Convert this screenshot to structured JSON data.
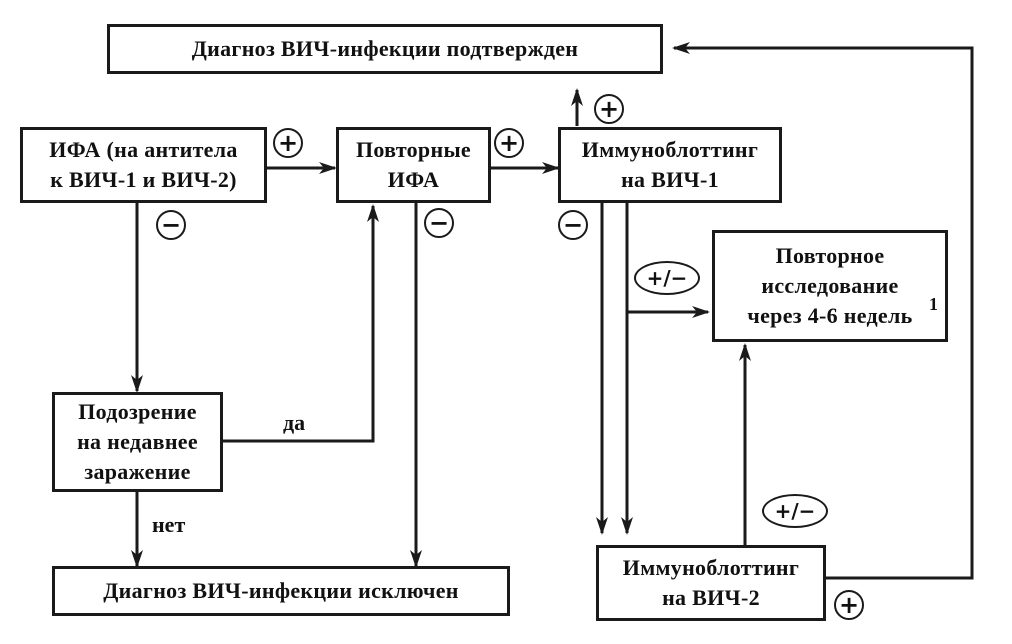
{
  "boxes": {
    "confirmed": "Диагноз ВИЧ-инфекции подтвержден",
    "elisa": [
      "ИФА (на антитела",
      "к ВИЧ-1 и ВИЧ-2)"
    ],
    "repeat_elisa": [
      "Повторные",
      "ИФА"
    ],
    "immunoblot_hiv1": [
      "Иммуноблоттинг",
      "на ВИЧ-1"
    ],
    "retest": [
      "Повторное",
      "исследование",
      "через 4-6 недель"
    ],
    "suspicion": [
      "Подозрение",
      "на недавнее",
      "заражение"
    ],
    "excluded": "Диагноз ВИЧ-инфекции исключен",
    "immunoblot_hiv2": [
      "Иммуноблоттинг",
      "на ВИЧ-2"
    ]
  },
  "footnote_mark": "1",
  "signs": {
    "positive": "+",
    "negative": "−",
    "indeterminate": "+/−"
  },
  "labels": {
    "yes": "да",
    "no": "нет"
  },
  "colors": {
    "line": "#1a1a1a",
    "text": "#111111",
    "background": "#ffffff"
  }
}
